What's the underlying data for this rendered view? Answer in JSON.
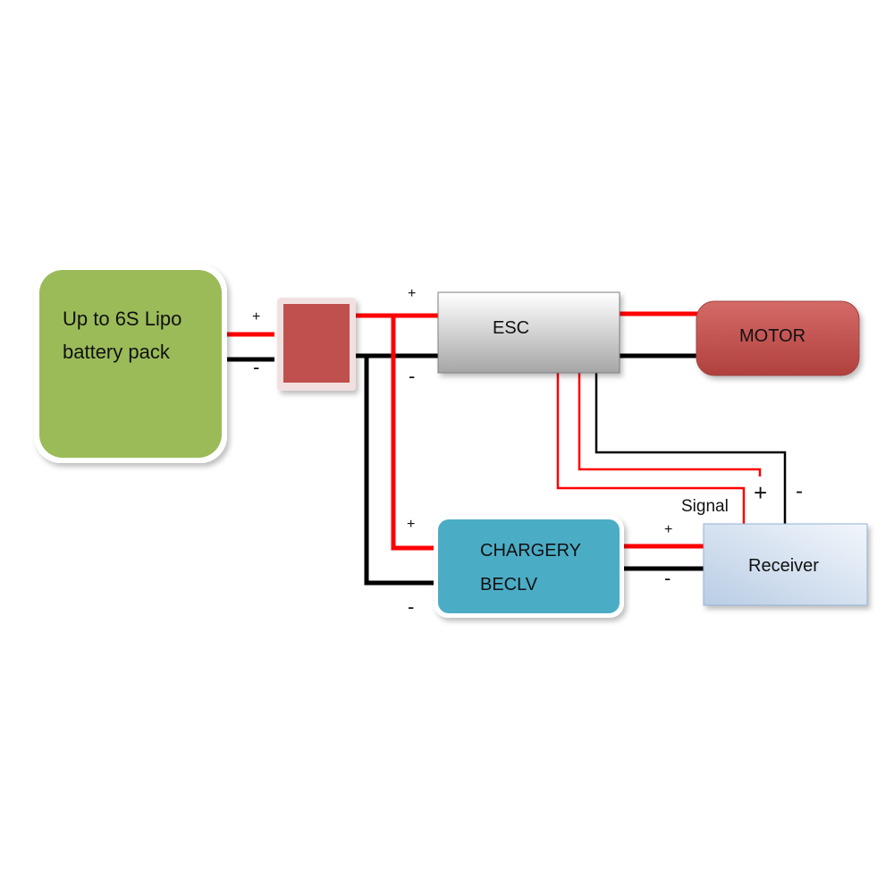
{
  "components": {
    "battery": {
      "line1": "Up to 6S Lipo",
      "line2": "battery pack"
    },
    "esc": {
      "label": "ESC"
    },
    "motor": {
      "label": "MOTOR"
    },
    "bec": {
      "line1": "CHARGERY",
      "line2": "BECLV"
    },
    "receiver": {
      "label": "Receiver"
    }
  },
  "annotations": {
    "battery_plus": "+",
    "battery_minus": "-",
    "esc_plus": "+",
    "esc_minus": "-",
    "bec_plus": "+",
    "bec_minus": "-",
    "rx_plus": "+",
    "rx_minus": "-",
    "esc_rx_plus": "+",
    "esc_rx_minus": "-",
    "signal": "Signal"
  },
  "colors": {
    "battery": "#9bbb59",
    "connector": "#c0504d",
    "esc_top": "#ffffff",
    "esc_bottom": "#a6a6a6",
    "motor": "#c0504d",
    "bec": "#4bacc6",
    "receiver_top": "#b9cde5",
    "receiver_bottom": "#f2f6fb",
    "wire_positive": "#ff0000",
    "wire_negative": "#000000",
    "thin_positive": "#ff0000",
    "thin_negative": "#000000"
  }
}
